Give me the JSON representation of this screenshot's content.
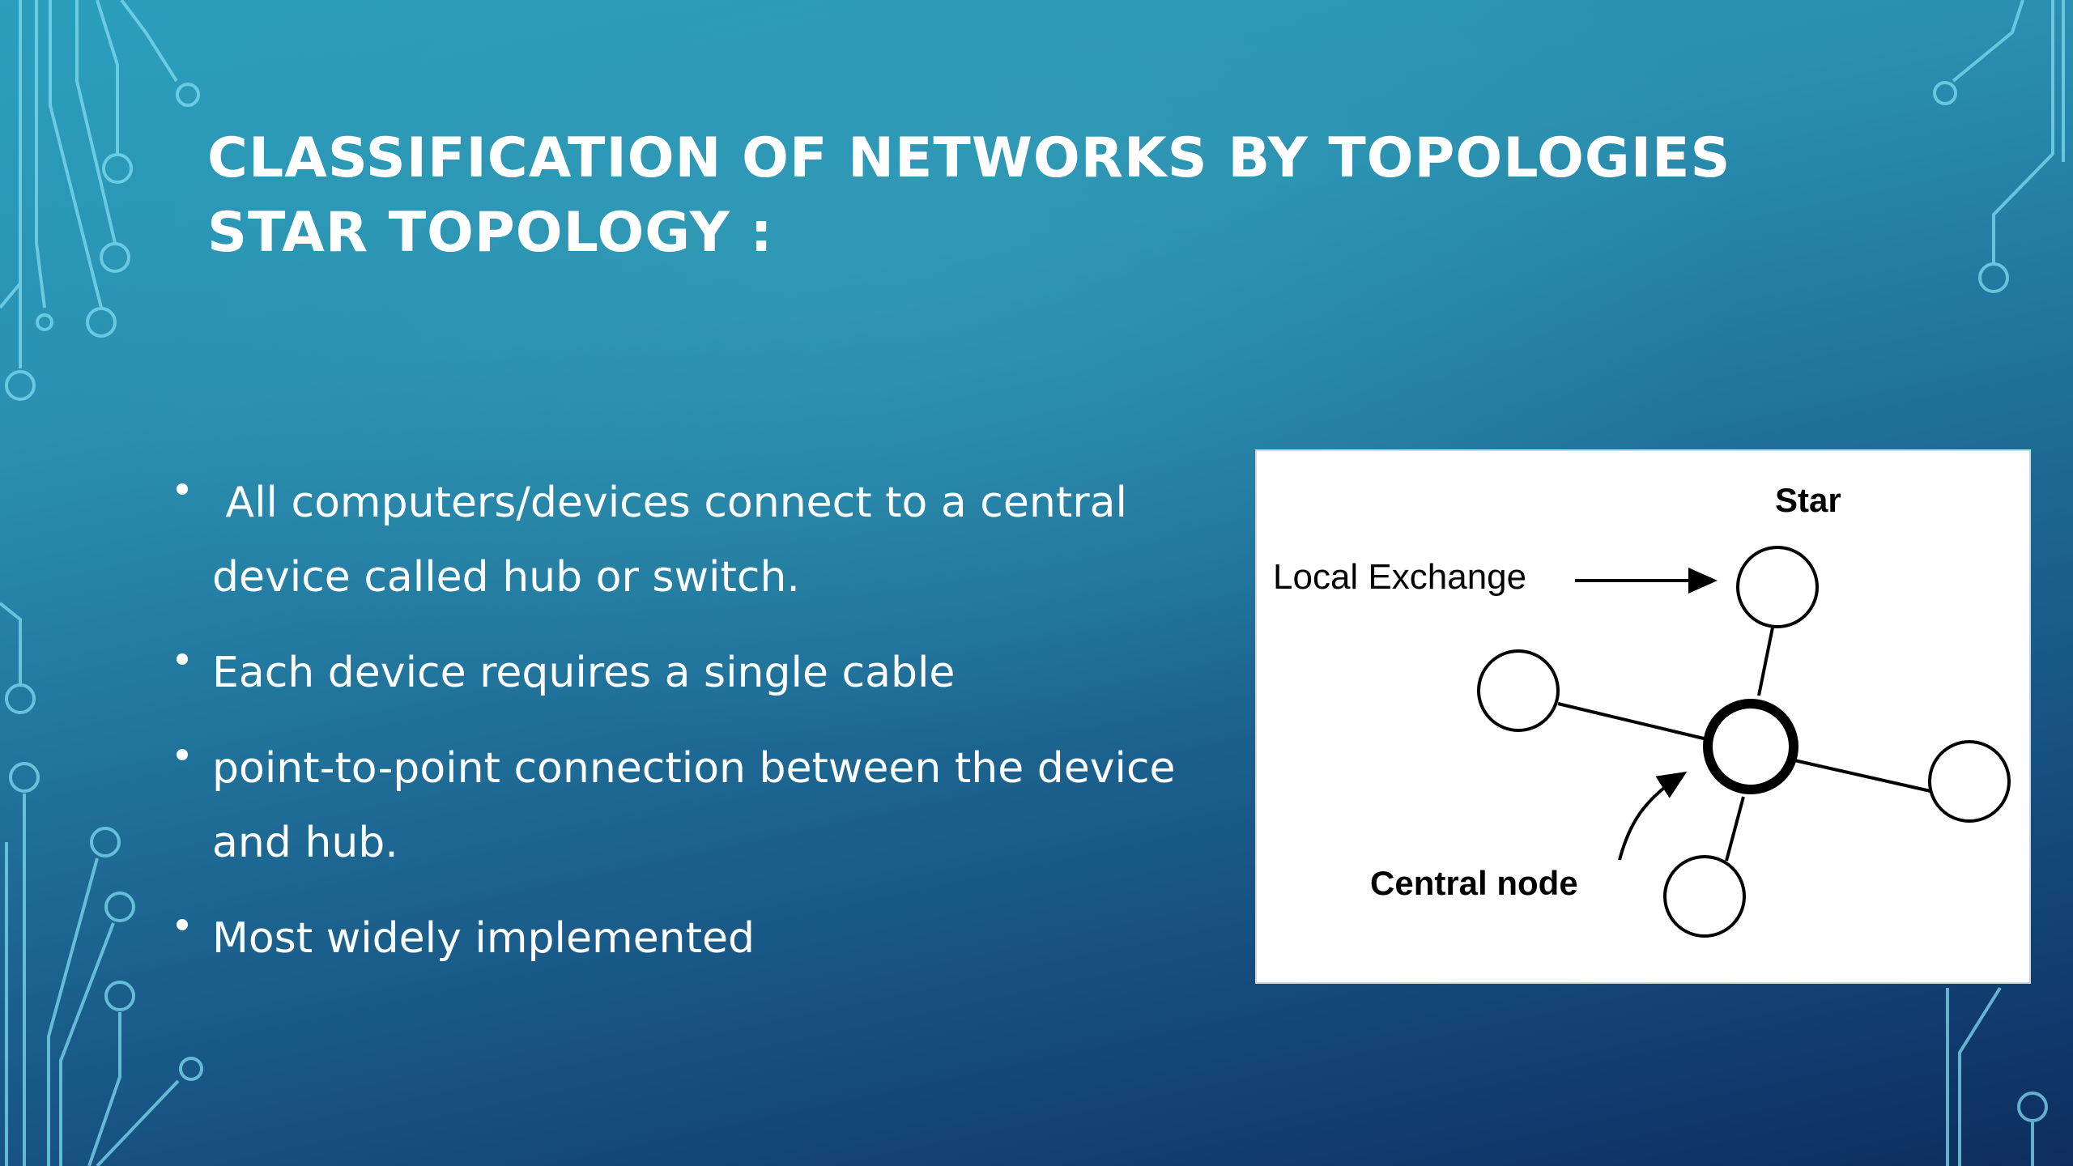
{
  "slide": {
    "title_line1": "CLASSIFICATION OF NETWORKS BY TOPOLOGIES",
    "title_line2": "STAR TOPOLOGY :",
    "bullets": [
      {
        "line1": " All computers/devices connect to a central",
        "line2": "device called hub or switch."
      },
      {
        "line1": "Each device requires a single cable",
        "line2": ""
      },
      {
        "line1": "point-to-point connection between the device",
        "line2": "and hub."
      },
      {
        "line1": "Most widely implemented",
        "line2": ""
      }
    ]
  },
  "diagram": {
    "title": "Star",
    "label_local_exchange": "Local Exchange",
    "label_central_node": "Central node"
  },
  "colors": {
    "text": "#ffffff",
    "circuit": "#6cd3ea",
    "diagram_ink": "#000000"
  }
}
